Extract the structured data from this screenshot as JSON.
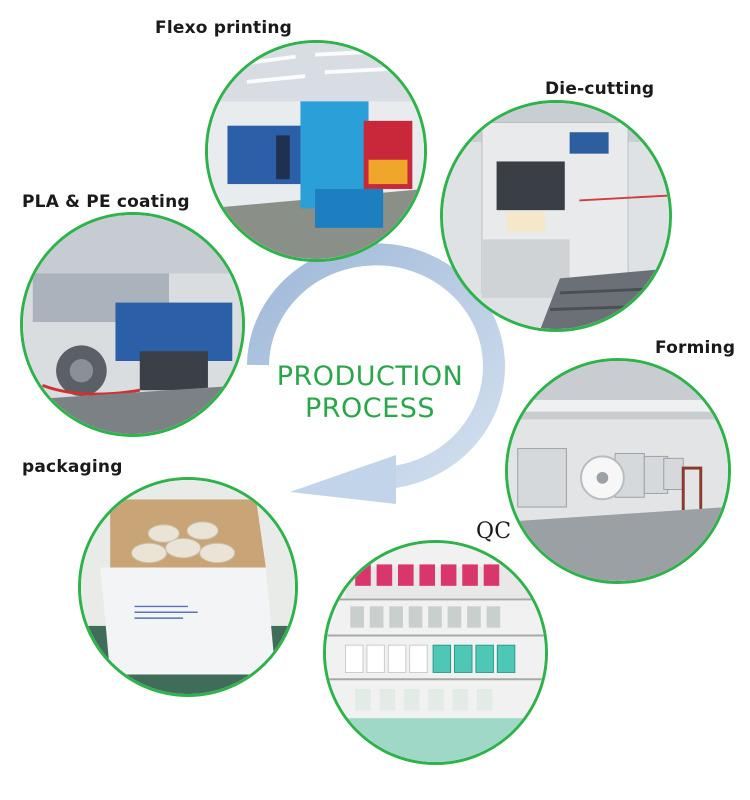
{
  "center": {
    "title_line1": "PRODUCTION",
    "title_line2": "PROCESS"
  },
  "steps": [
    {
      "label": "Flexo printing",
      "icon": "flexo-printing-machine"
    },
    {
      "label": "Die-cutting",
      "icon": "die-cutting-machine"
    },
    {
      "label": "PLA & PE coating",
      "icon": "coating-machine"
    },
    {
      "label": "Forming",
      "icon": "cup-forming-factory"
    },
    {
      "label": "packaging",
      "icon": "packaging-box"
    },
    {
      "label": "QC",
      "icon": "cup-shelf"
    }
  ],
  "colors": {
    "ring_border": "#2db34a",
    "title_green": "#2aa64a",
    "arrow_blue": "#b8cce3"
  }
}
